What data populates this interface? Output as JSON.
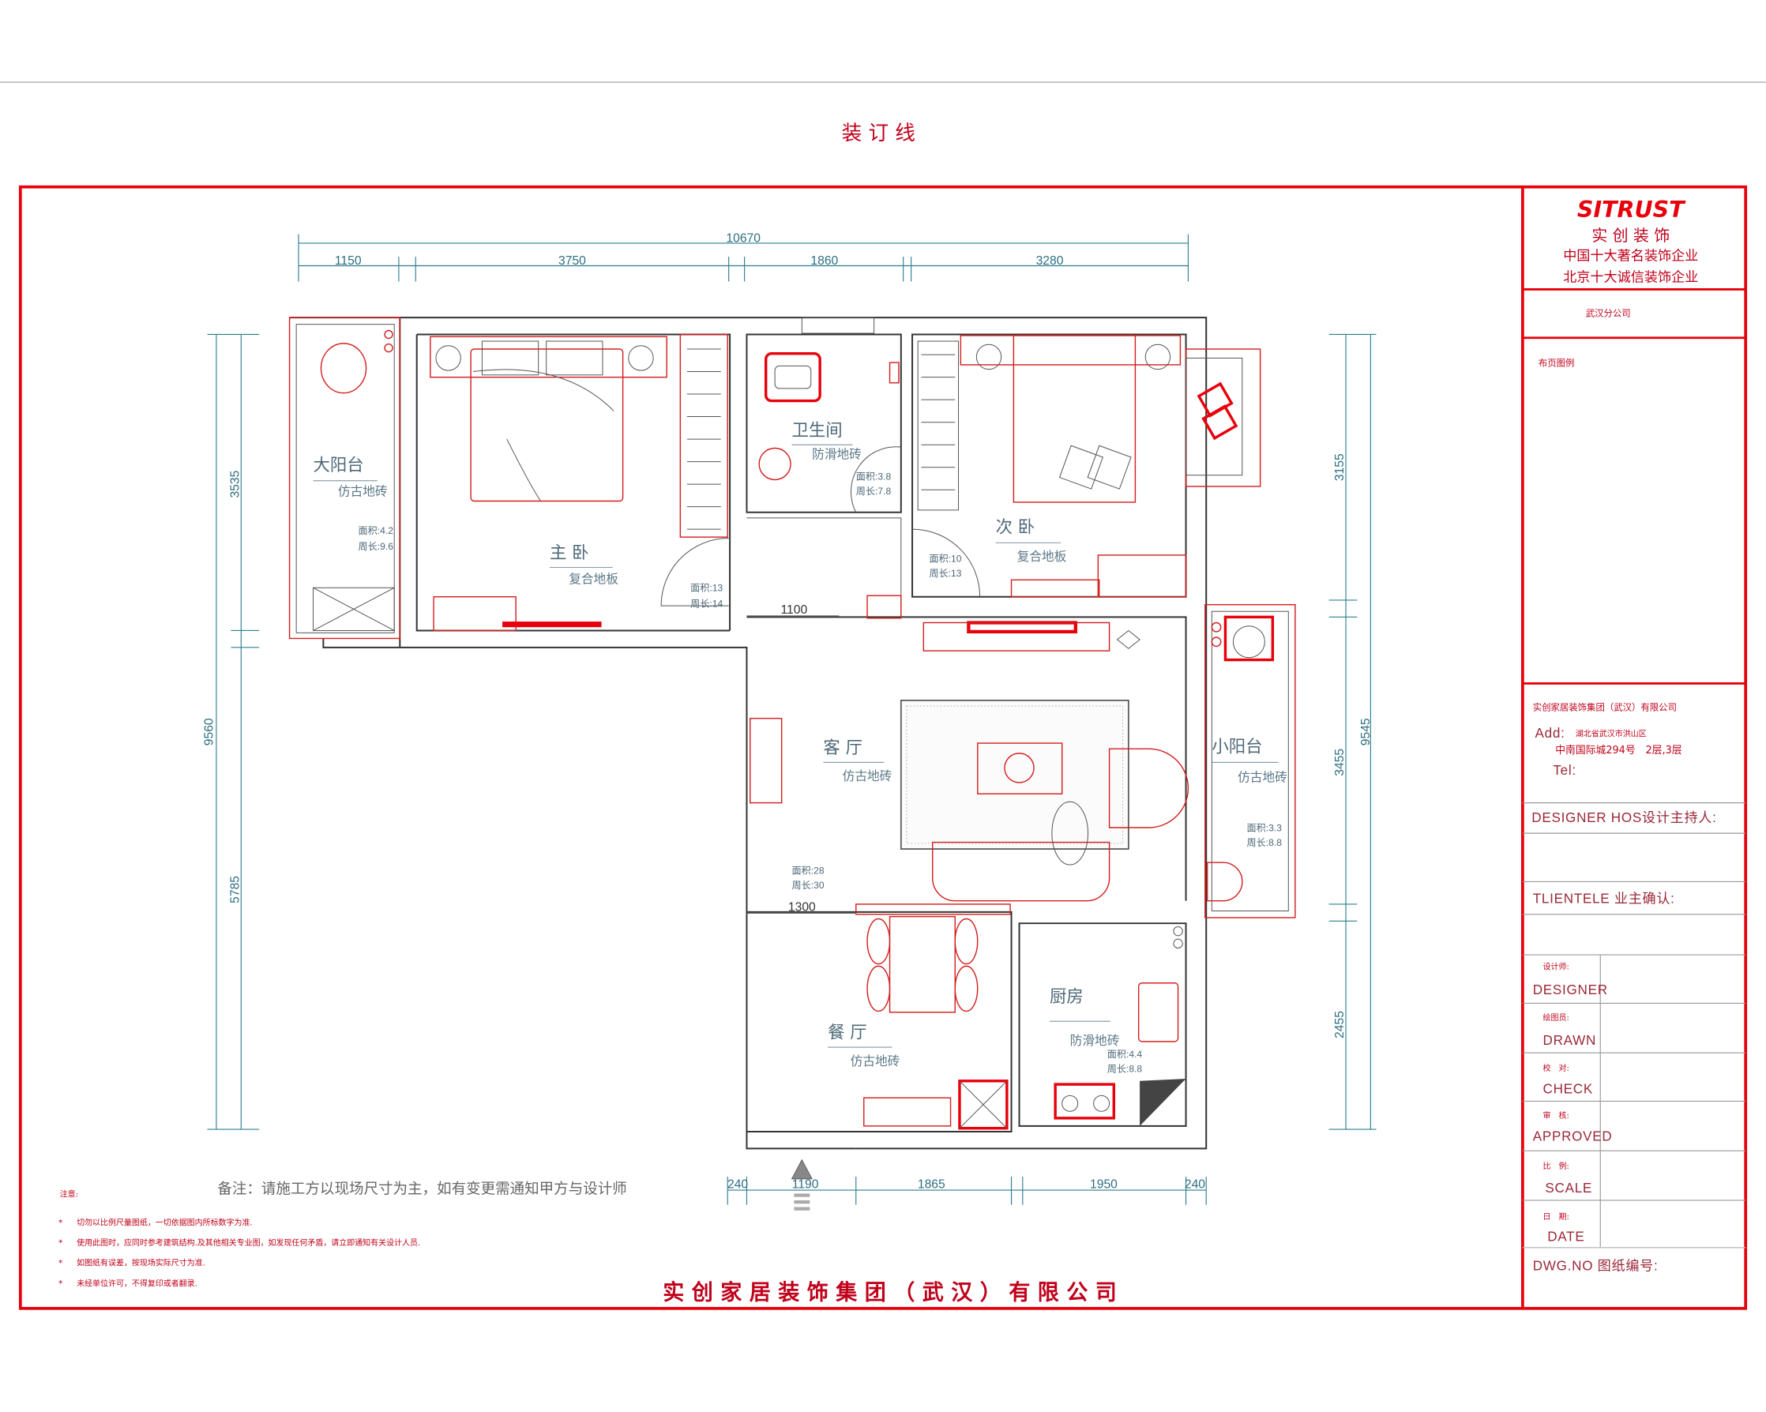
{
  "header": {
    "binding_line": "装 订 线"
  },
  "dimensions": {
    "top_total": "10670",
    "top": [
      "1150",
      "3750",
      "1860",
      "3280"
    ],
    "left_total": "9560",
    "left": [
      "3535",
      "5785"
    ],
    "right_total": "9545",
    "right": [
      "3155",
      "3455",
      "2455"
    ],
    "bottom": [
      "240",
      "1190",
      "1865",
      "1950",
      "240"
    ],
    "interior": [
      "1100",
      "1300"
    ]
  },
  "rooms": [
    {
      "name": "大阳台",
      "floor": "仿古地砖",
      "area": "面积:4.2",
      "perimeter": "周长:9.6"
    },
    {
      "name": "主 卧",
      "floor": "复合地板",
      "area": "面积:13",
      "perimeter": "周长:14"
    },
    {
      "name": "卫生间",
      "floor": "防滑地砖",
      "area": "面积:3.8",
      "perimeter": "周长:7.8"
    },
    {
      "name": "次 卧",
      "floor": "复合地板",
      "area": "面积:10",
      "perimeter": "周长:13"
    },
    {
      "name": "客 厅",
      "floor": "仿古地砖",
      "area": "面积:28",
      "perimeter": "周长:30"
    },
    {
      "name": "小阳台",
      "floor": "仿古地砖",
      "area": "面积:3.3",
      "perimeter": "周长:8.8"
    },
    {
      "name": "餐 厅",
      "floor": "仿古地砖"
    },
    {
      "name": "厨房",
      "floor": "防滑地砖",
      "area": "面积:4.4",
      "perimeter": "周长:8.8"
    }
  ],
  "remark": "备注：请施工方以现场尺寸为主，如有变更需通知甲方与设计师",
  "notes": {
    "title": "注意:",
    "items": [
      "切勿以比例尺量图纸，一切依据图内所标数字为准.",
      "使用此图时，应同时参考建筑结构.及其他相关专业图，如发现任何矛盾，请立即通知有关设计人员.",
      "如图纸有误差，按现场实际尺寸为准.",
      "未经单位许可，不得复印或者翻录."
    ]
  },
  "footer_company": "实 创 家 居 装 饰 集 团 （ 武 汉 ） 有 限 公 司",
  "title_block": {
    "logo": "SITRUST",
    "brand": "实 创 装 饰",
    "slogan1": "中国十大著名装饰企业",
    "slogan2": "北京十大诚信装饰企业",
    "branch": "武汉分公司",
    "drawing_name": "布页图例",
    "company": "实创家居装饰集团（武汉）有限公司",
    "address_label": "Add:",
    "address_line1": "湖北省武汉市洪山区",
    "address_line2": "中南国际城294号　2层,3层",
    "tel_label": "Tel:",
    "designer_host": "DESIGNER HOS设计主持人:",
    "client": "TLIENTELE 业主确认:",
    "rows": [
      {
        "cn": "设计师:",
        "en": "DESIGNER"
      },
      {
        "cn": "绘图员:",
        "en": "DRAWN"
      },
      {
        "cn": "校　对:",
        "en": "CHECK"
      },
      {
        "cn": "审　核:",
        "en": "APPROVED"
      },
      {
        "cn": "比　例:",
        "en": "SCALE"
      },
      {
        "cn": "日　期:",
        "en": "DATE"
      }
    ],
    "dwg_no": "DWG.NO 图纸编号:"
  },
  "colors": {
    "frame": "#e8000b",
    "dimension": "#2d7e90",
    "wall": "#333333"
  }
}
